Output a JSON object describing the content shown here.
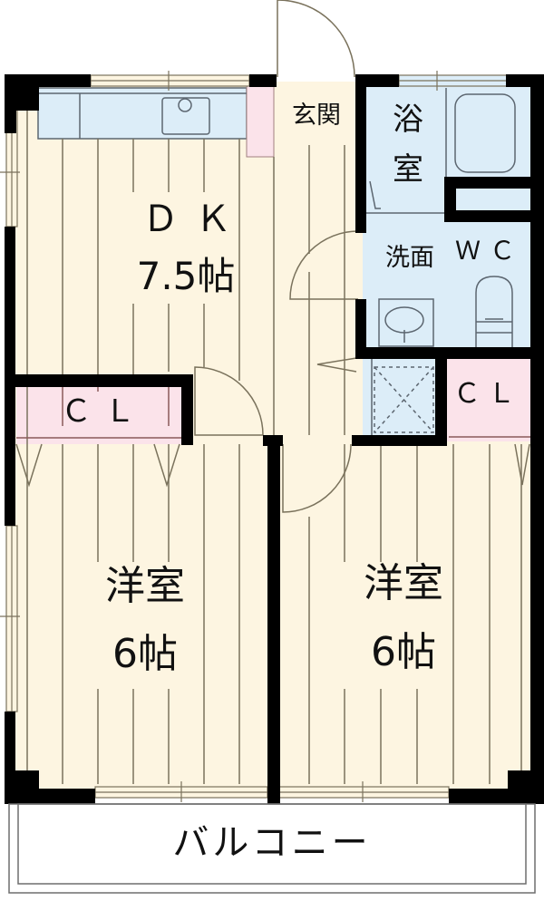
{
  "floor_plan": {
    "layout_type": "2DK",
    "colors": {
      "floor": "#fdf5e1",
      "wet_area": "#dcedf8",
      "closet": "#fbe3ea",
      "wall": "#000000",
      "line": "#7a725c"
    },
    "rooms": {
      "dk": {
        "name": "ＤＫ",
        "size": "7.5帖"
      },
      "entrance": {
        "name": "玄関"
      },
      "bathroom": {
        "name_line1": "浴",
        "name_line2": "室"
      },
      "washroom": {
        "name": "洗面"
      },
      "toilet": {
        "name": "ＷＣ"
      },
      "closet_left": {
        "name": "ＣＬ"
      },
      "closet_right": {
        "name": "ＣＬ"
      },
      "western_room_left": {
        "name": "洋室",
        "size": "6帖"
      },
      "western_room_right": {
        "name": "洋室",
        "size": "6帖"
      },
      "balcony": {
        "name": "バルコニー"
      }
    }
  }
}
